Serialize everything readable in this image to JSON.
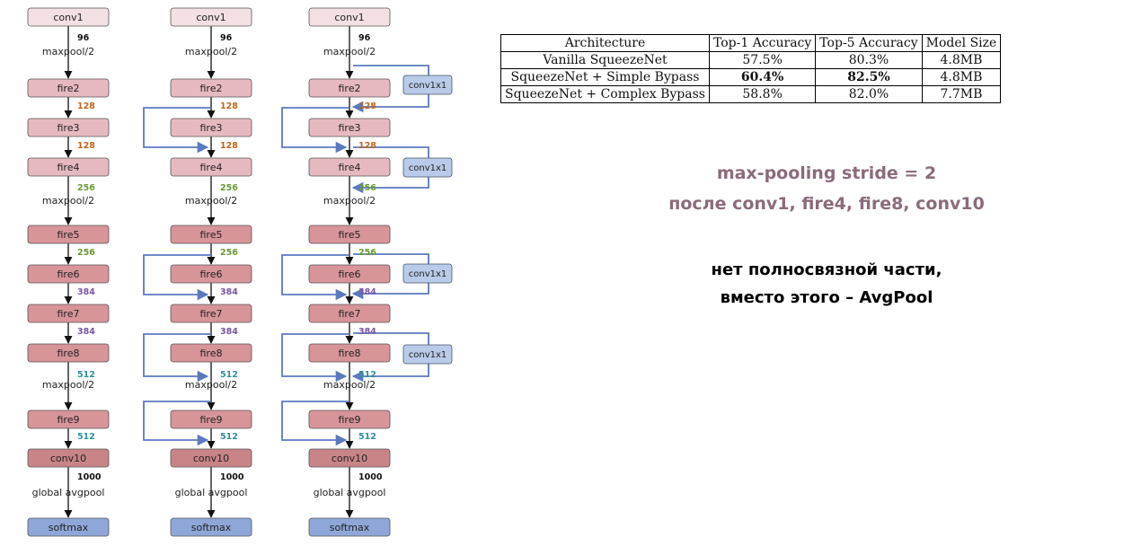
{
  "diagram": {
    "columns": [
      {
        "blocks": [
          "conv1",
          "fire2",
          "fire3",
          "fire4",
          "fire5",
          "fire6",
          "fire7",
          "fire8",
          "fire9",
          "conv10",
          "softmax"
        ],
        "edges": [
          {
            "dim": "96",
            "op": "maxpool/2"
          },
          {
            "dim": "128",
            "op": ""
          },
          {
            "dim": "128",
            "op": ""
          },
          {
            "dim": "256",
            "op": "maxpool/2"
          },
          {
            "dim": "256",
            "op": ""
          },
          {
            "dim": "384",
            "op": ""
          },
          {
            "dim": "384",
            "op": ""
          },
          {
            "dim": "512",
            "op": "maxpool/2"
          },
          {
            "dim": "512",
            "op": ""
          },
          {
            "dim": "1000",
            "op": "global avgpool"
          }
        ]
      },
      {
        "blocks": [
          "conv1",
          "fire2",
          "fire3",
          "fire4",
          "fire5",
          "fire6",
          "fire7",
          "fire8",
          "fire9",
          "conv10",
          "softmax"
        ],
        "edges": [
          {
            "dim": "96",
            "op": "maxpool/2"
          },
          {
            "dim": "128",
            "op": ""
          },
          {
            "dim": "128",
            "op": ""
          },
          {
            "dim": "256",
            "op": "maxpool/2"
          },
          {
            "dim": "256",
            "op": ""
          },
          {
            "dim": "384",
            "op": ""
          },
          {
            "dim": "384",
            "op": ""
          },
          {
            "dim": "512",
            "op": "maxpool/2"
          },
          {
            "dim": "512",
            "op": ""
          },
          {
            "dim": "1000",
            "op": "global avgpool"
          }
        ]
      },
      {
        "blocks": [
          "conv1",
          "fire2",
          "fire3",
          "fire4",
          "fire5",
          "fire6",
          "fire7",
          "fire8",
          "fire9",
          "conv10",
          "softmax"
        ],
        "edges": [
          {
            "dim": "96",
            "op": "maxpool/2"
          },
          {
            "dim": "128",
            "op": ""
          },
          {
            "dim": "128",
            "op": ""
          },
          {
            "dim": "256",
            "op": "maxpool/2"
          },
          {
            "dim": "256",
            "op": ""
          },
          {
            "dim": "384",
            "op": ""
          },
          {
            "dim": "384",
            "op": ""
          },
          {
            "dim": "512",
            "op": "maxpool/2"
          },
          {
            "dim": "512",
            "op": ""
          },
          {
            "dim": "1000",
            "op": "global avgpool"
          }
        ]
      }
    ],
    "bypass_label": "conv1x1",
    "colors": {
      "conv1": "#f3e0e2",
      "fire_light": "#e6b9c0",
      "fire_dark": "#d79499",
      "conv10": "#c98488",
      "softmax": "#8ea7d8",
      "bypass": "#5b79c0",
      "conv1x1_fill": "#b9cbe9",
      "dim_96": "#111111",
      "dim_128": "#c0651a",
      "dim_256": "#6a9a33",
      "dim_384": "#7a54a6",
      "dim_512": "#2f8f9a",
      "dim_1000": "#111111"
    }
  },
  "table": {
    "headers": [
      "Architecture",
      "Top-1 Accuracy",
      "Top-5 Accuracy",
      "Model Size"
    ],
    "rows": [
      [
        "Vanilla SqueezeNet",
        "57.5%",
        "80.3%",
        "4.8MB"
      ],
      [
        "SqueezeNet + Simple Bypass",
        "60.4%",
        "82.5%",
        "4.8MB"
      ],
      [
        "SqueezeNet + Complex Bypass",
        "58.8%",
        "82.0%",
        "7.7MB"
      ]
    ]
  },
  "notes": {
    "pool_line1": "max-pooling stride = 2",
    "pool_line2": "после conv1, fire4, fire8, conv10",
    "fc_line1": "нет полносвязной части,",
    "fc_line2": "вместо этого – AvgPool"
  }
}
